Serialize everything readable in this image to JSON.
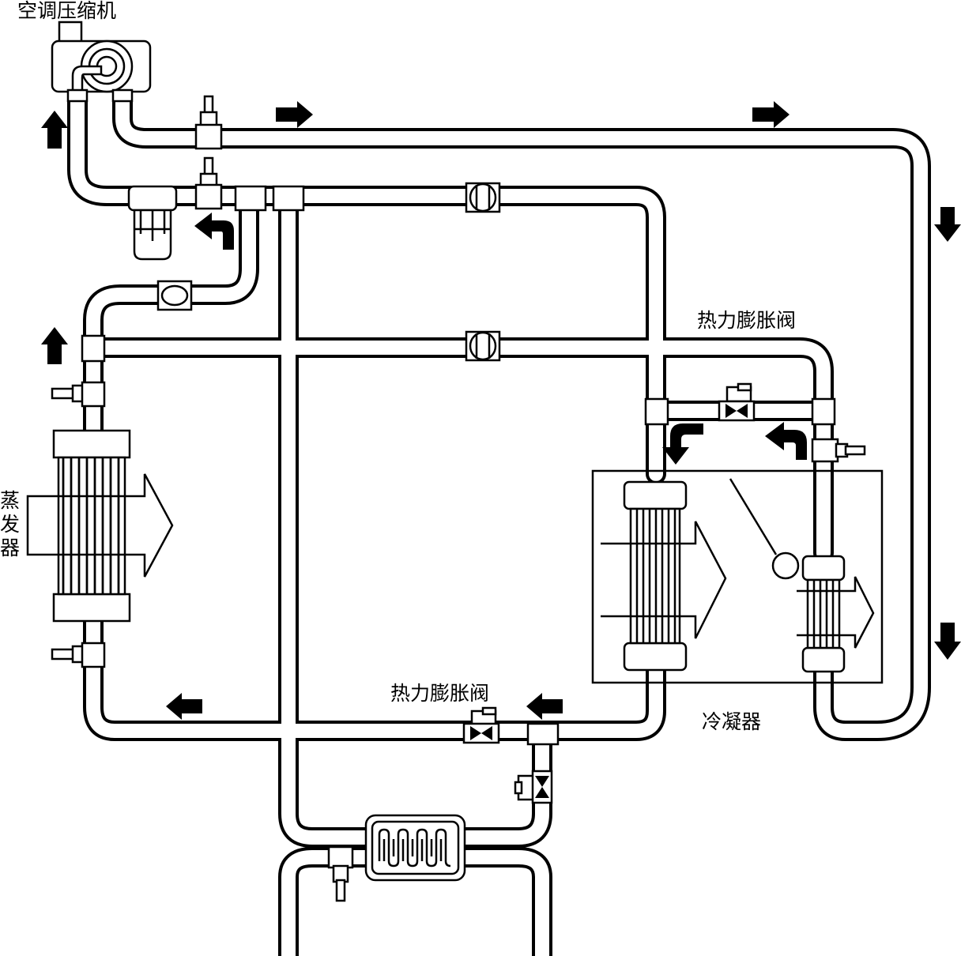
{
  "labels": {
    "compressor": "空调压缩机",
    "expansion_valve_upper": "热力膨胀阀",
    "expansion_valve_lower": "热力膨胀阀",
    "evaporator": "蒸发器",
    "condenser": "冷凝器"
  },
  "flow_arrows": [
    "right",
    "right",
    "down",
    "down",
    "up",
    "up",
    "left",
    "left",
    "turn-up-left",
    "turn-down-left",
    "turn-up-left"
  ]
}
